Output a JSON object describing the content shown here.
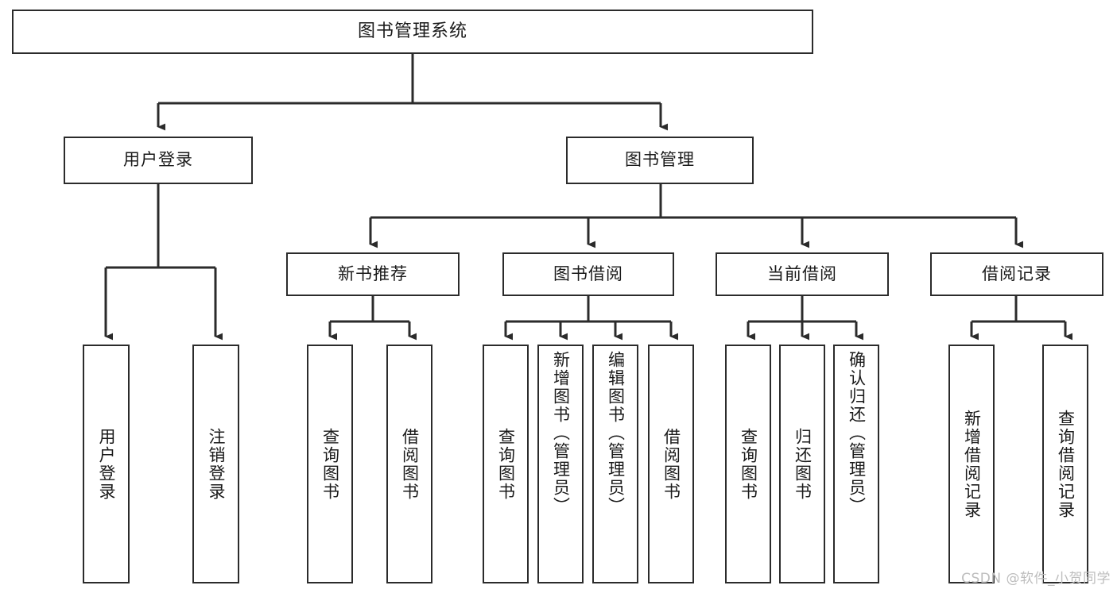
{
  "diagram": {
    "title": "图书管理系统",
    "type": "tree",
    "colors": {
      "box_border": "#2b2b2b",
      "box_fill": "#ffffff",
      "connector": "#2b2b2b",
      "text": "#1a1a1a",
      "watermark": "#bdbdbd",
      "background": "#ffffff"
    },
    "watermark": "CSDN @软件_小贺同学",
    "levels": {
      "level1": [
        {
          "id": "root",
          "label": "图书管理系统",
          "orientation": "horizontal"
        }
      ],
      "level2": [
        {
          "id": "user-login",
          "label": "用户登录",
          "orientation": "horizontal"
        },
        {
          "id": "book-manage",
          "label": "图书管理",
          "orientation": "horizontal"
        }
      ],
      "level3": [
        {
          "id": "new-book-recommend",
          "label": "新书推荐",
          "orientation": "horizontal",
          "parent": "book-manage"
        },
        {
          "id": "book-borrow",
          "label": "图书借阅",
          "orientation": "horizontal",
          "parent": "book-manage"
        },
        {
          "id": "current-borrow",
          "label": "当前借阅",
          "orientation": "horizontal",
          "parent": "book-manage"
        },
        {
          "id": "borrow-record",
          "label": "借阅记录",
          "orientation": "horizontal",
          "parent": "book-manage"
        }
      ],
      "level4": [
        {
          "id": "leaf-user-login",
          "label": "用户登录",
          "orientation": "vertical",
          "parent": "user-login"
        },
        {
          "id": "leaf-logout",
          "label": "注销登录",
          "orientation": "vertical",
          "parent": "user-login"
        },
        {
          "id": "leaf-query-book-1",
          "label": "查询图书",
          "orientation": "vertical",
          "parent": "new-book-recommend"
        },
        {
          "id": "leaf-borrow-book-1",
          "label": "借阅图书",
          "orientation": "vertical",
          "parent": "new-book-recommend"
        },
        {
          "id": "leaf-query-book-2",
          "label": "查询图书",
          "orientation": "vertical",
          "parent": "book-borrow"
        },
        {
          "id": "leaf-add-book",
          "label": "新增图书（管理员）",
          "orientation": "vertical",
          "parent": "book-borrow"
        },
        {
          "id": "leaf-edit-book",
          "label": "编辑图书（管理员）",
          "orientation": "vertical",
          "parent": "book-borrow"
        },
        {
          "id": "leaf-borrow-book-2",
          "label": "借阅图书",
          "orientation": "vertical",
          "parent": "book-borrow"
        },
        {
          "id": "leaf-query-book-3",
          "label": "查询图书",
          "orientation": "vertical",
          "parent": "current-borrow"
        },
        {
          "id": "leaf-return-book",
          "label": "归还图书",
          "orientation": "vertical",
          "parent": "current-borrow"
        },
        {
          "id": "leaf-confirm-return",
          "label": "确认归还（管理员）",
          "orientation": "vertical",
          "parent": "current-borrow"
        },
        {
          "id": "leaf-add-record",
          "label": "新增借阅记录",
          "orientation": "vertical",
          "parent": "borrow-record"
        },
        {
          "id": "leaf-query-record",
          "label": "查询借阅记录",
          "orientation": "vertical",
          "parent": "borrow-record"
        }
      ]
    }
  }
}
